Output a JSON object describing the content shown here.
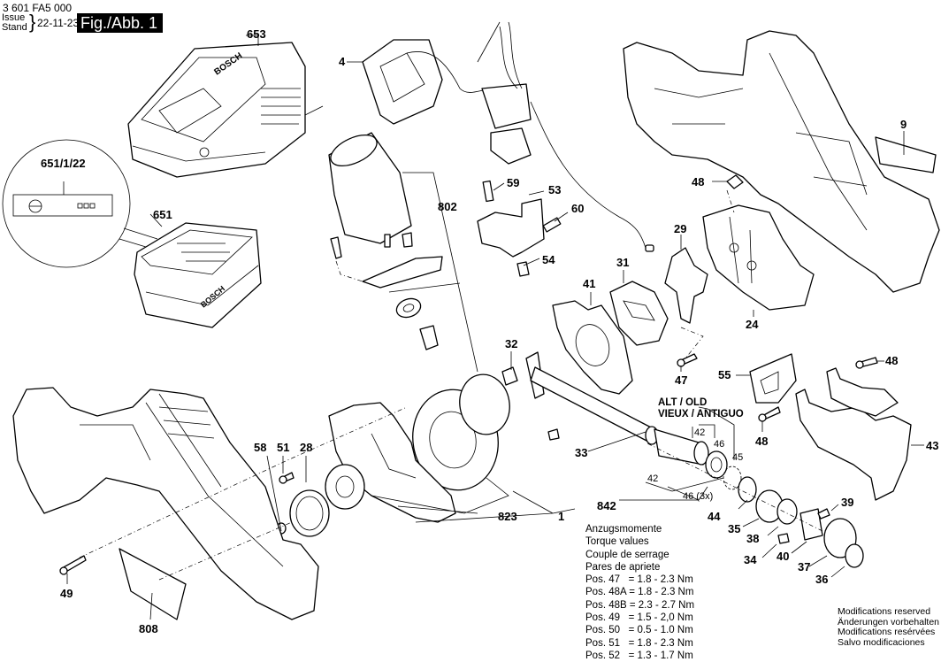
{
  "header": {
    "document_number": "3 601 FA5 000",
    "issue_label_en": "Issue",
    "issue_label_de": "Stand",
    "issue_date": "22-11-23",
    "figure_label": "Fig./Abb. 1"
  },
  "callouts": {
    "p653": "653",
    "p651_1_22": "651/1/22",
    "p651": "651",
    "p4": "4",
    "p802": "802",
    "p59": "59",
    "p53": "53",
    "p60": "60",
    "p54": "54",
    "p9": "9",
    "p48a": "48",
    "p29": "29",
    "p31": "31",
    "p41": "41",
    "p24": "24",
    "p32": "32",
    "p47": "47",
    "p55": "55",
    "p48b": "48",
    "p48c": "48",
    "p43": "43",
    "p33": "33",
    "p58": "58",
    "p51": "51",
    "p28": "28",
    "p823": "823",
    "p1": "1",
    "p842": "842",
    "p44": "44",
    "p35": "35",
    "p38": "38",
    "p39": "39",
    "p34": "34",
    "p40": "40",
    "p37": "37",
    "p36": "36",
    "p49": "49",
    "p808": "808"
  },
  "old_version": {
    "title_line1": "ALT / OLD",
    "title_line2": "VIEUX / ANTIGUO",
    "sub_42_top": "42",
    "sub_46_top": "46",
    "sub_45": "45",
    "sub_42_bottom": "42",
    "sub_46_3x": "46 (3x)"
  },
  "torque_table": {
    "title_de": "Anzugsmomente",
    "title_en": "Torque values",
    "title_fr": "Couple de serrage",
    "title_es": "Pares de apriete",
    "rows": [
      {
        "pos": "Pos. 47   ",
        "value": "= 1.8 - 2.3 Nm"
      },
      {
        "pos": "Pos. 48A ",
        "value": "= 1.8 - 2.3 Nm"
      },
      {
        "pos": "Pos. 48B ",
        "value": "= 2.3 - 2.7 Nm"
      },
      {
        "pos": "Pos. 49   ",
        "value": "= 1.5 - 2,0 Nm"
      },
      {
        "pos": "Pos. 50   ",
        "value": "= 0.5 - 1.0 Nm"
      },
      {
        "pos": "Pos. 51   ",
        "value": "= 1.8 - 2.3 Nm"
      },
      {
        "pos": "Pos. 52   ",
        "value": "= 1.3 - 1.7 Nm"
      }
    ]
  },
  "modifications": {
    "en": "Modifications reserved",
    "de": "Änderungen vorbehalten",
    "fr": "Modifications resérvées",
    "es": "Salvo modificaciones"
  },
  "product_marks": {
    "charger_brand": "BOSCH",
    "battery_brand": "BOSCH"
  }
}
